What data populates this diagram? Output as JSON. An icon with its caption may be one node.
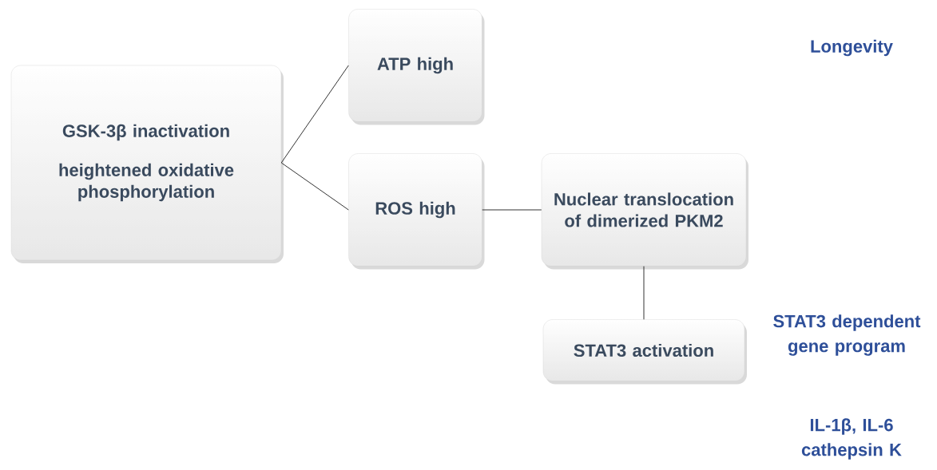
{
  "diagram": {
    "nodes": [
      {
        "text": [
          "GSK-3β inactivation",
          "heightened oxidative phosphorylation"
        ]
      },
      {
        "text": [
          "ATP high"
        ]
      },
      {
        "text": [
          "ROS high"
        ]
      },
      {
        "text": [
          "Nuclear translocation of dimerized PKM2"
        ]
      },
      {
        "text": [
          "STAT3 activation"
        ]
      }
    ],
    "edges": [
      {
        "from": 0,
        "to": 1,
        "arrow": "none"
      },
      {
        "from": 0,
        "to": 2,
        "arrow": "none"
      },
      {
        "from": 2,
        "to": 3,
        "arrow": "none"
      },
      {
        "from": 3,
        "to": 4,
        "arrow": "none"
      }
    ],
    "labels": [
      "Longevity",
      "STAT3 dependent gene program",
      "IL-1β, IL-6 cathepsin K"
    ]
  }
}
